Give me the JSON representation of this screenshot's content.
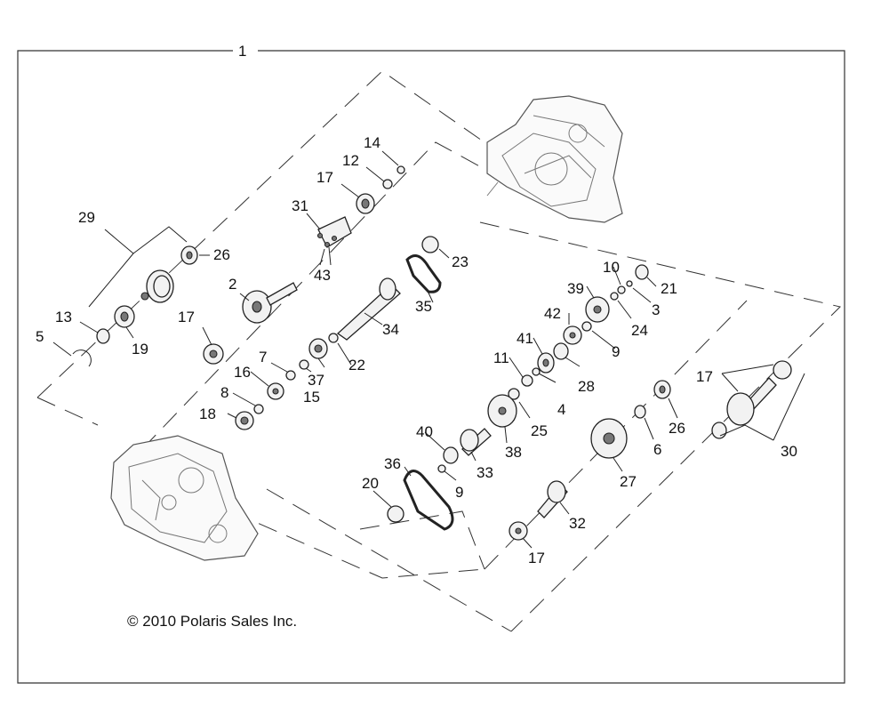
{
  "diagram": {
    "assembly_callout": "1",
    "copyright": "© 2010 Polaris Sales Inc.",
    "callouts": [
      "14",
      "12",
      "17",
      "31",
      "43",
      "26",
      "29",
      "23",
      "2",
      "35",
      "34",
      "13",
      "19",
      "5",
      "17",
      "7",
      "22",
      "37",
      "16",
      "15",
      "8",
      "18",
      "10",
      "39",
      "21",
      "42",
      "3",
      "24",
      "9",
      "41",
      "11",
      "28",
      "4",
      "25",
      "38",
      "40",
      "33",
      "36",
      "20",
      "9",
      "26",
      "17",
      "30",
      "6",
      "27",
      "32",
      "17"
    ]
  }
}
